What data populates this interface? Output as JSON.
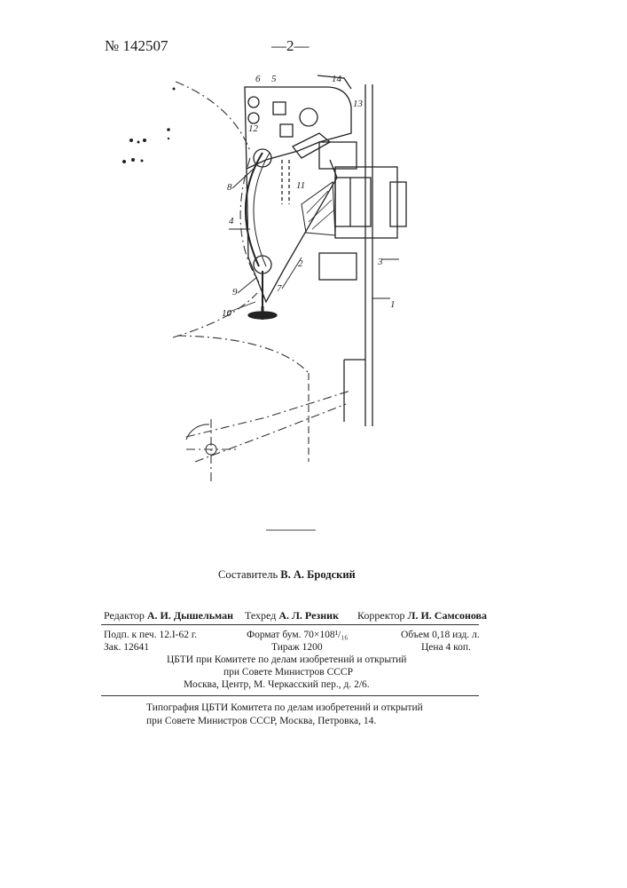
{
  "header": {
    "patent_no": "№ 142507",
    "page": "—2—"
  },
  "figure": {
    "labels": {
      "l1": "1",
      "l2": "2",
      "l3": "3",
      "l4": "4",
      "l5": "5",
      "l6": "6",
      "l7": "7",
      "l8": "8",
      "l9": "9",
      "l10": "10",
      "l11": "11",
      "l12": "12",
      "l13": "13",
      "l14": "14"
    }
  },
  "credits": {
    "compiler_label": "Составитель",
    "compiler_name": "В. А. Бродский",
    "editor_label": "Редактор",
    "editor_name": "А. И. Дышельман",
    "tech_label": "Техред",
    "tech_name": "А. Л. Резник",
    "corrector_label": "Корректор",
    "corrector_name": "Л. И. Самсонова"
  },
  "imprint": {
    "signed": "Подп. к печ. 12.I-62 г.",
    "format": "Формат бум. 70×108¹/₁₆",
    "volume": "Объем 0,18 изд. л.",
    "order": "Зак. 12641",
    "run": "Тираж 1200",
    "price": "Цена 4 коп.",
    "org1": "ЦБТИ при Комитете по делам изобретений и открытий",
    "org2": "при Совете Министров СССР",
    "org3": "Москва, Центр, М. Черкасский пер., д. 2/6."
  },
  "printer": {
    "line1": "Типография ЦБТИ Комитета по делам изобретений и открытий",
    "line2": "при Совете Министров СССР, Москва, Петровка, 14."
  }
}
